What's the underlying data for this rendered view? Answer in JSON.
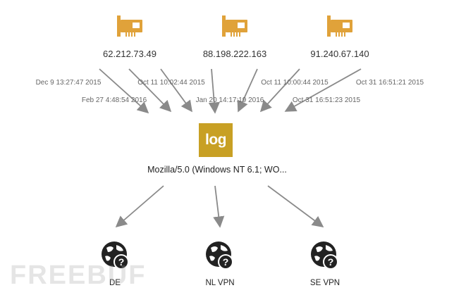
{
  "colors": {
    "accent": "#e0a23a",
    "log_bg": "#c8a024",
    "edge": "#8a8a8a"
  },
  "sources": [
    {
      "ip": "62.212.73.49",
      "icon": "network-card-icon"
    },
    {
      "ip": "88.198.222.163",
      "icon": "network-card-icon"
    },
    {
      "ip": "91.240.67.140",
      "icon": "network-card-icon"
    }
  ],
  "timestamps": [
    "Dec 9 13:27:47 2015",
    "Feb 27 4:48:54 2016",
    "Oct 11 10:02:44 2015",
    "Jan 20 14:17:19 2016",
    "Oct 11 10:00:44 2015",
    "Oct 31 16:51:23 2015",
    "Oct 31 16:51:21 2015"
  ],
  "center": {
    "icon_text": "log",
    "label": "Mozilla/5.0 (Windows NT 6.1; WO..."
  },
  "targets": [
    {
      "label": "DE",
      "icon": "globe-question-icon"
    },
    {
      "label": "NL VPN",
      "icon": "globe-question-icon"
    },
    {
      "label": "SE VPN",
      "icon": "globe-question-icon"
    }
  ],
  "watermark": "FREEBUF"
}
